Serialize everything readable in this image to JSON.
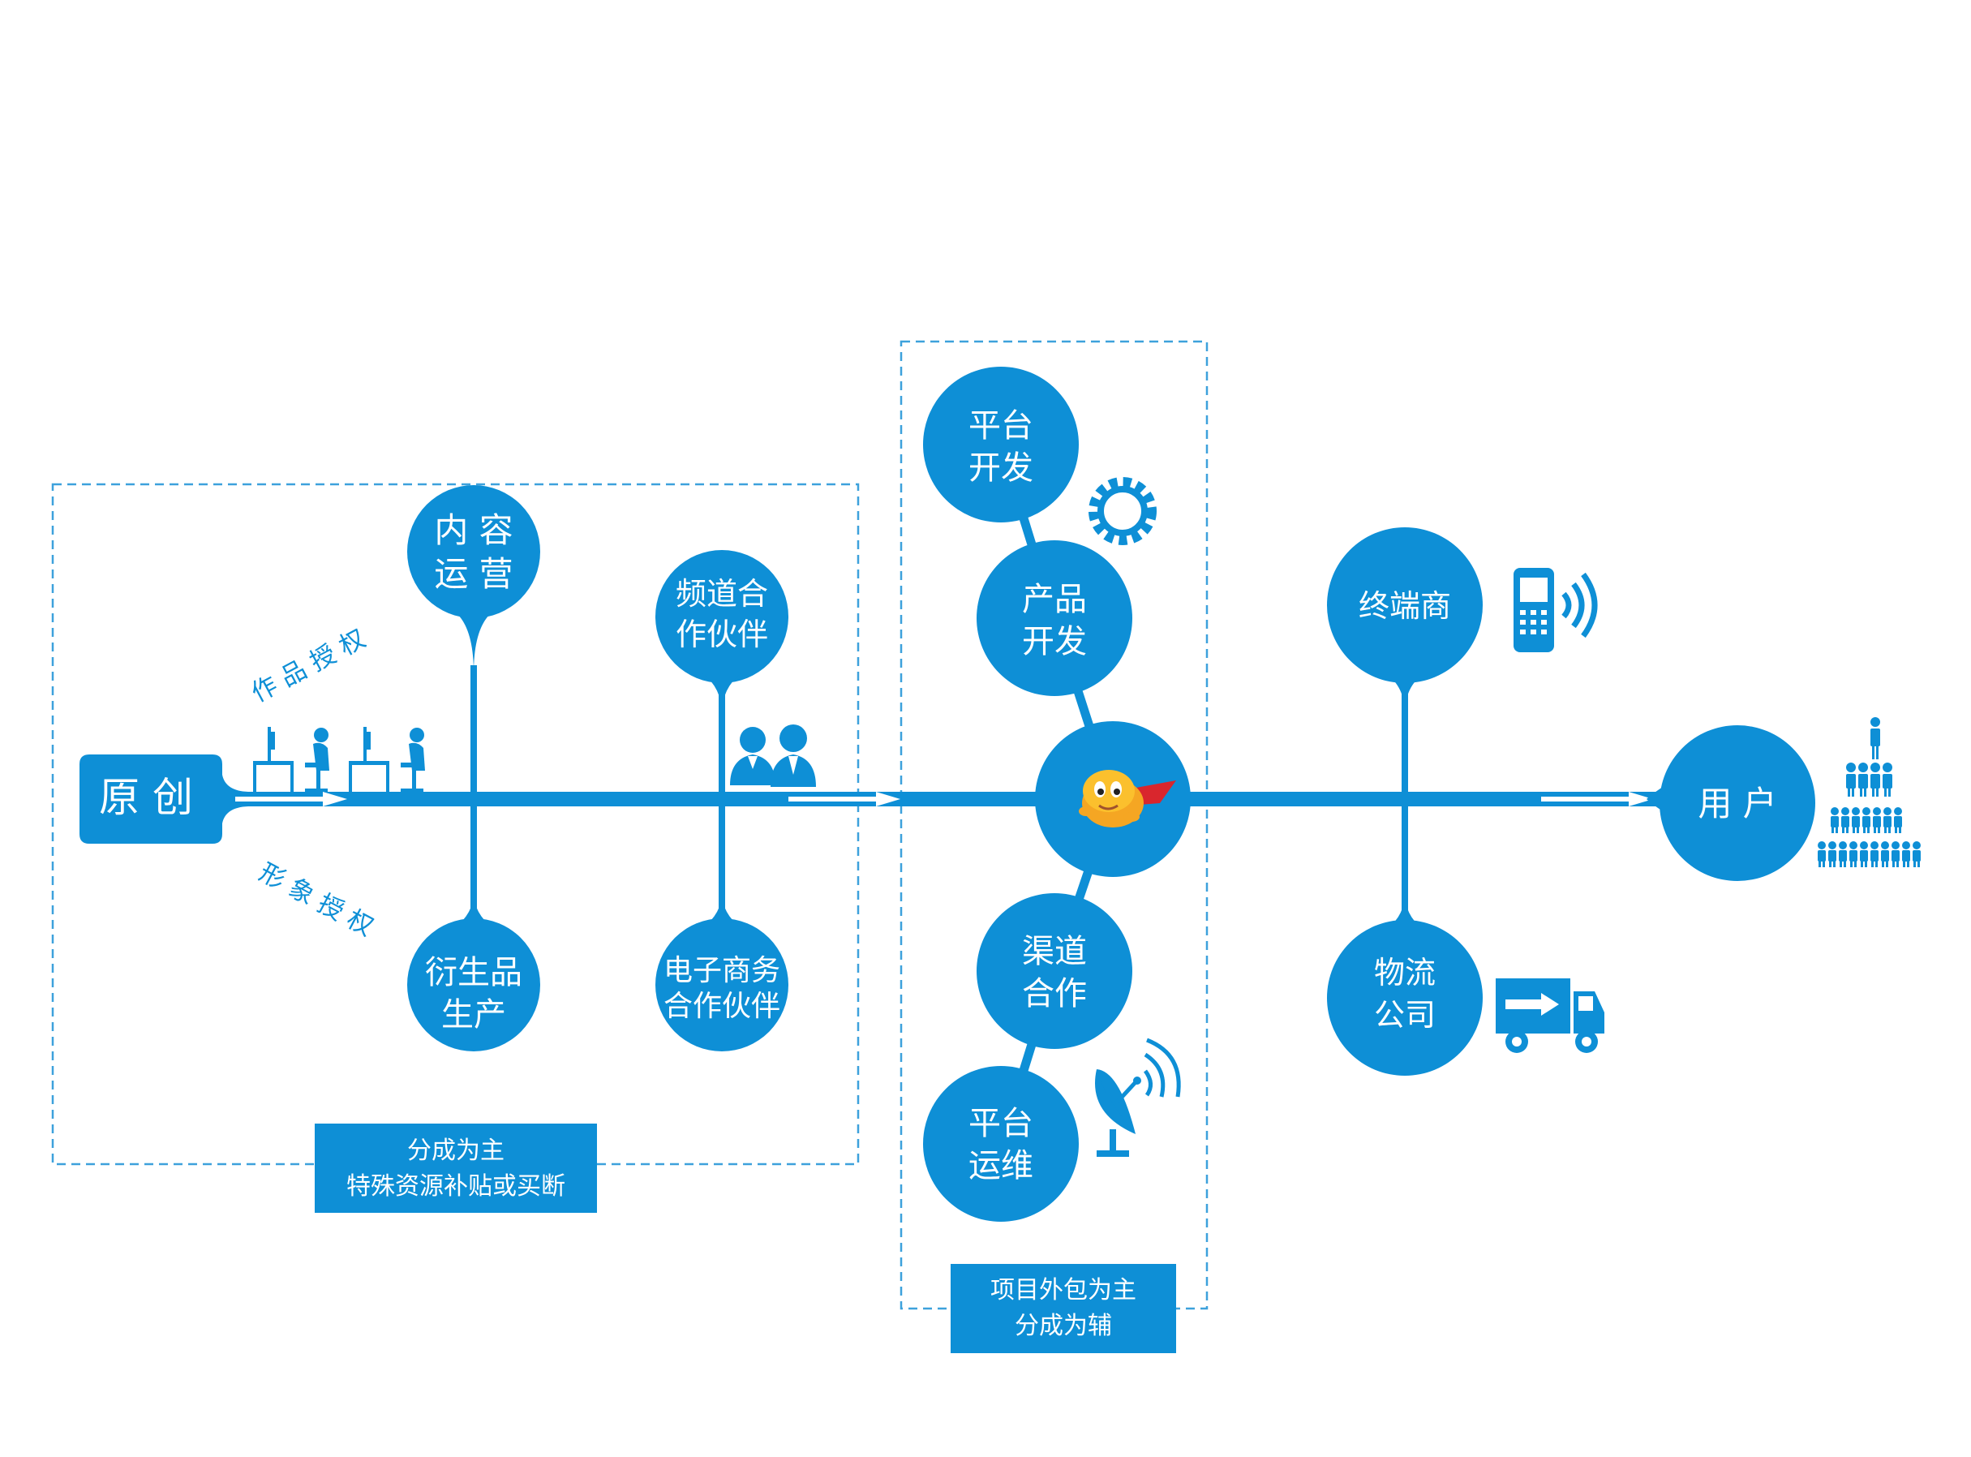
{
  "colors": {
    "primary": "#0e8fd6",
    "text_on_primary": "#ffffff",
    "dash": "#3da1dc"
  },
  "origin_label": "原 创",
  "user_label": "用 户",
  "branch_labels": {
    "top": "作 品 授 权",
    "bottom": "形 象 授 权"
  },
  "nodes": {
    "content_ops": [
      "内 容",
      "运 营"
    ],
    "channel_partner": [
      "频道合",
      "作伙伴"
    ],
    "derivatives": [
      "衍生品",
      "生产"
    ],
    "ecommerce_partner": [
      "电子商务",
      "合作伙伴"
    ],
    "platform_dev": [
      "平台",
      "开发"
    ],
    "product_dev": [
      "产品",
      "开发"
    ],
    "channel_coop": [
      "渠道",
      "合作"
    ],
    "platform_ops": [
      "平台",
      "运维"
    ],
    "terminal_vendor": [
      "终端商"
    ],
    "logistics": [
      "物流",
      "公司"
    ]
  },
  "notes": {
    "left": [
      "分成为主",
      "特殊资源补贴或买断"
    ],
    "middle": [
      "项目外包为主",
      "分成为辅"
    ]
  },
  "icons": {
    "workers": "office-worker-icon",
    "partners": "business-people-icon",
    "gear": "gear-icon",
    "mascot": "mascot-icon",
    "phone": "mobile-phone-icon",
    "truck": "delivery-truck-icon",
    "satellite": "satellite-dish-icon",
    "crowd": "people-pyramid-icon"
  }
}
